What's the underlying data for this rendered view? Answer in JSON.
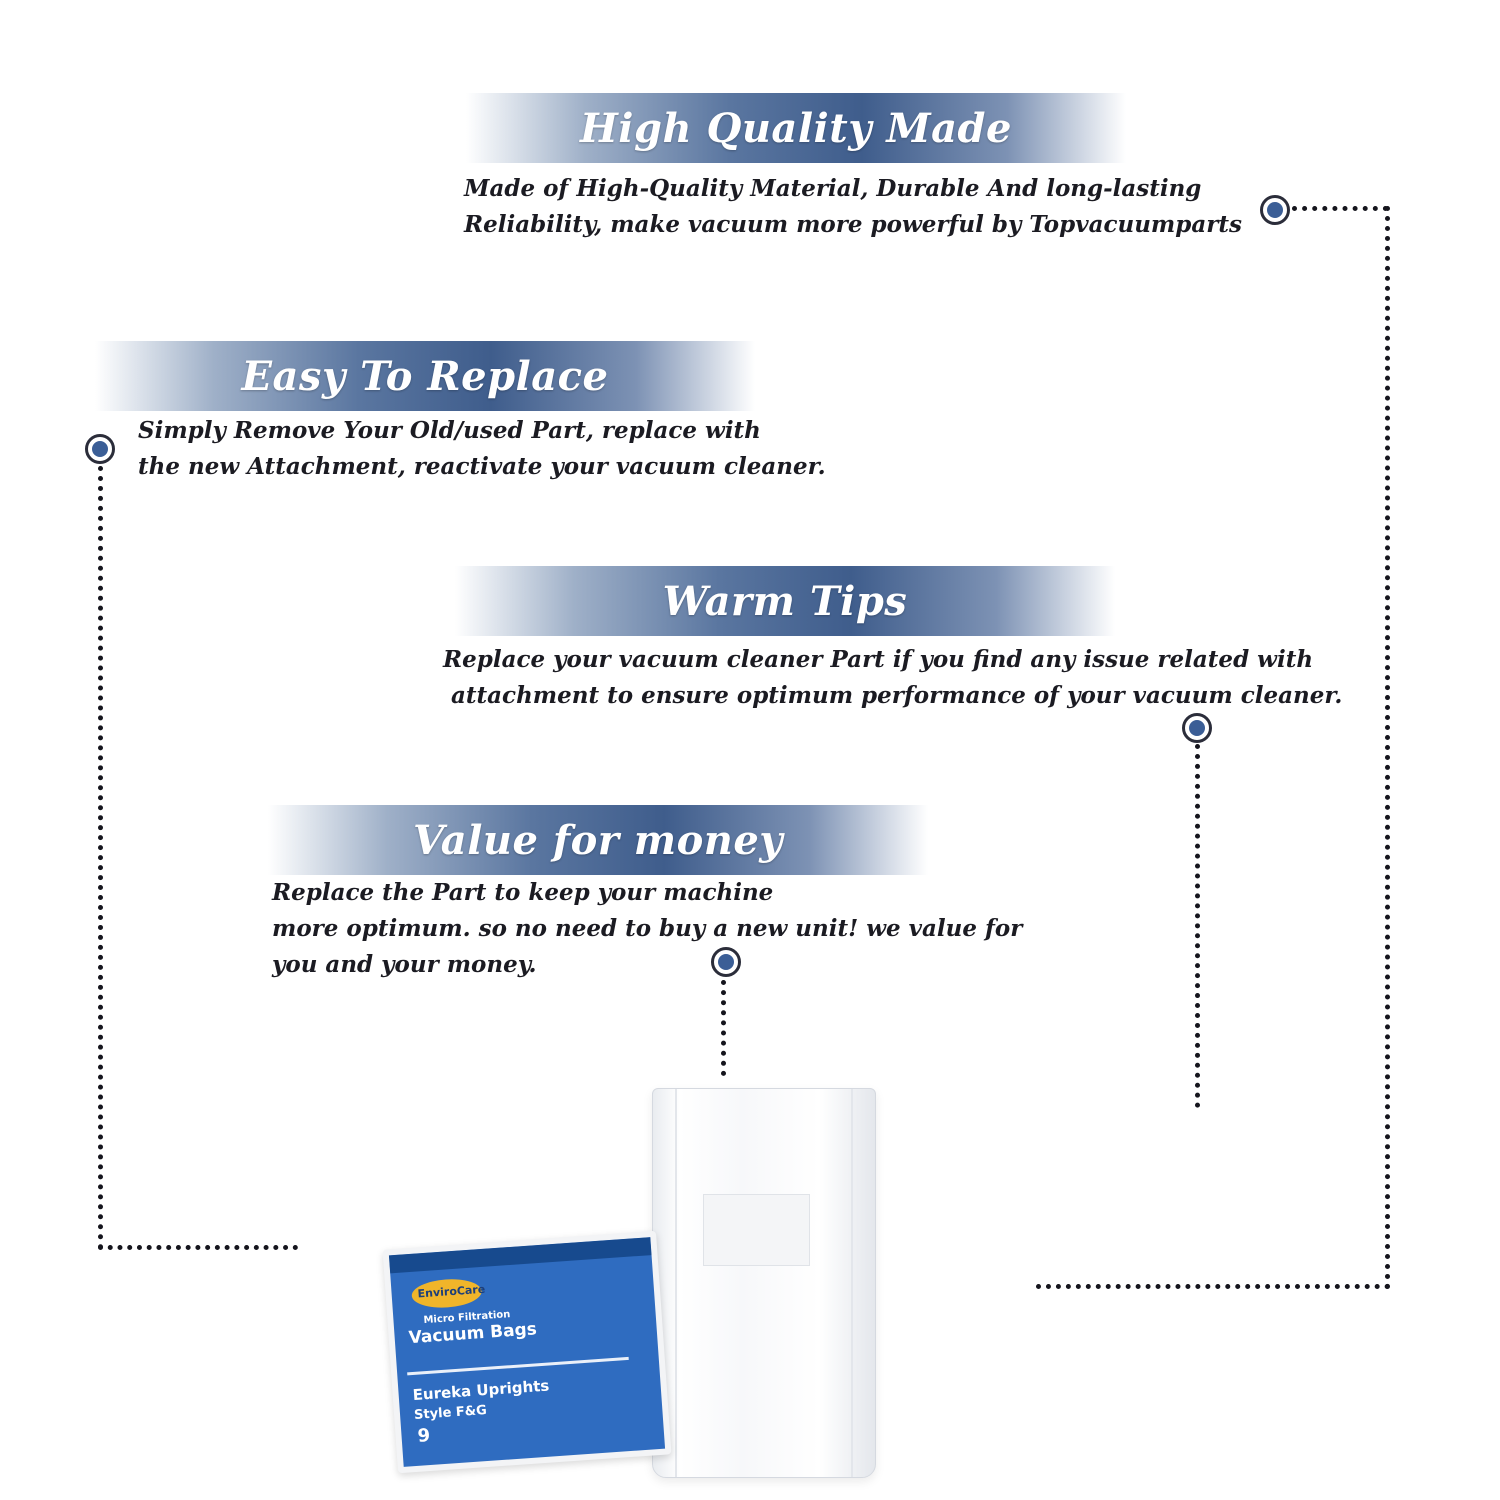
{
  "sections": [
    {
      "title": "High Quality Made",
      "lines": [
        "Made of  High-Quality Material, Durable And long-lasting",
        "Reliability, make vacuum more powerful by Topvacuumparts"
      ]
    },
    {
      "title": "Easy To Replace",
      "lines": [
        "Simply Remove Your Old/used Part, replace with",
        "the new Attachment, reactivate your vacuum cleaner."
      ]
    },
    {
      "title": "Warm Tips",
      "lines": [
        "Replace your vacuum cleaner Part if you find any issue related with",
        " attachment to ensure optimum performance of your vacuum cleaner."
      ]
    },
    {
      "title": "Value for money",
      "lines": [
        "Replace the Part to keep your machine",
        "more optimum. so no need to buy a new unit! we value for",
        "you and your money."
      ]
    }
  ],
  "product": {
    "brand": "EnviroCare",
    "line1": "Micro Filtration",
    "line2": "Vacuum Bags",
    "line3": "Eureka Uprights",
    "line4": "Style F&G",
    "count": "9"
  },
  "colors": {
    "marker_fill": "#3b5e96",
    "banner_mid": "#3f5d8c",
    "dots": "#15151d"
  }
}
